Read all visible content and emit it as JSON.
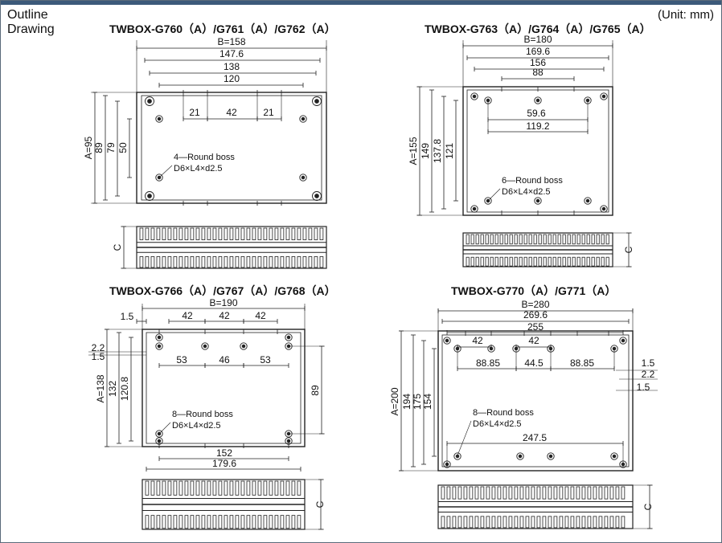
{
  "header": {
    "line1": "Outline",
    "line2": "Drawing",
    "unit": "(Unit: mm)"
  },
  "drawings": [
    {
      "title": "TWBOX-G760（A）/G761（A）/G762（A）",
      "dims": [
        "B=158",
        "147.6",
        "138",
        "120",
        "21",
        "42",
        "21",
        "A=95",
        "89",
        "79",
        "50"
      ],
      "note1": "4—Round boss",
      "note2": "D6×L4×d2.5",
      "side": "C"
    },
    {
      "title": "TWBOX-G763（A）/G764（A）/G765（A）",
      "dims": [
        "B=180",
        "169.6",
        "156",
        "88",
        "59.6",
        "119.2",
        "A=155",
        "149",
        "137.8",
        "121"
      ],
      "note1": "6—Round boss",
      "note2": "D6×L4×d2.5",
      "side": "C"
    },
    {
      "title": "TWBOX-G766（A）/G767（A）/G768（A）",
      "dims": [
        "B=190",
        "1.5",
        "42",
        "42",
        "42",
        "2.2",
        "1.5",
        "53",
        "46",
        "53",
        "A=138",
        "132",
        "120.8",
        "89",
        "152",
        "179.6"
      ],
      "note1": "8—Round boss",
      "note2": "D6×L4×d2.5",
      "side": "C"
    },
    {
      "title": "TWBOX-G770（A）/G771（A）",
      "dims": [
        "B=280",
        "269.6",
        "255",
        "42",
        "42",
        "88.85",
        "44.5",
        "88.85",
        "1.5",
        "2.2",
        "1.5",
        "A=200",
        "194",
        "175",
        "154",
        "247.5"
      ],
      "note1": "8—Round boss",
      "note2": "D6×L4×d2.5",
      "side": "C"
    }
  ]
}
